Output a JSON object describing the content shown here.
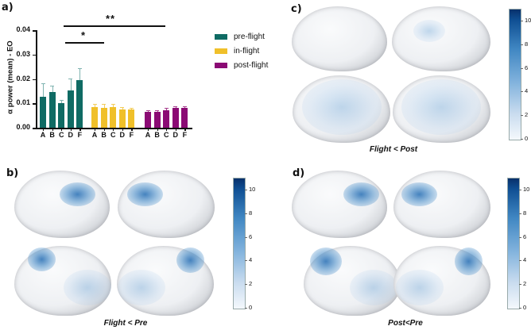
{
  "panels": {
    "a": {
      "label": "a)"
    },
    "b": {
      "label": "b)",
      "caption": "Flight < Pre"
    },
    "c": {
      "label": "c)",
      "caption": "Flight < Post"
    },
    "d": {
      "label": "d)",
      "caption": "Post<Pre"
    }
  },
  "colorbar": {
    "ticks": [
      "0",
      "2",
      "4",
      "6",
      "8",
      "10"
    ],
    "range": [
      0,
      11
    ]
  },
  "chart_data": {
    "type": "bar",
    "title": "",
    "ylabel": "α power (mean) - EO",
    "xlabel": "",
    "ylim": [
      0,
      0.04
    ],
    "yticks": [
      "0.00",
      "0.01",
      "0.02",
      "0.03",
      "0.04"
    ],
    "categories": [
      "A",
      "B",
      "C",
      "D",
      "F"
    ],
    "series": [
      {
        "name": "pre-flight",
        "color": "#0f6b64",
        "values": [
          0.0127,
          0.0146,
          0.01,
          0.0152,
          0.0195
        ],
        "errors": [
          0.0055,
          0.0025,
          0.0015,
          0.005,
          0.005
        ]
      },
      {
        "name": "in-flight",
        "color": "#f0c02a",
        "values": [
          0.0084,
          0.0081,
          0.0084,
          0.0076,
          0.0074
        ],
        "errors": [
          0.0012,
          0.0015,
          0.0012,
          0.001,
          0.0006
        ]
      },
      {
        "name": "post-flight",
        "color": "#8b0a74",
        "values": [
          0.0065,
          0.0064,
          0.0071,
          0.008,
          0.0082
        ],
        "errors": [
          0.0005,
          0.0006,
          0.0009,
          0.0009,
          0.0007
        ]
      }
    ],
    "annotations": [
      {
        "text": "*",
        "from": "pre-flight C",
        "to": "in-flight B"
      },
      {
        "text": "**",
        "from": "pre-flight C",
        "to": "post-flight C"
      }
    ],
    "legend": {
      "position": "right",
      "entries": [
        "pre-flight",
        "in-flight",
        "post-flight"
      ]
    },
    "grid": false
  }
}
